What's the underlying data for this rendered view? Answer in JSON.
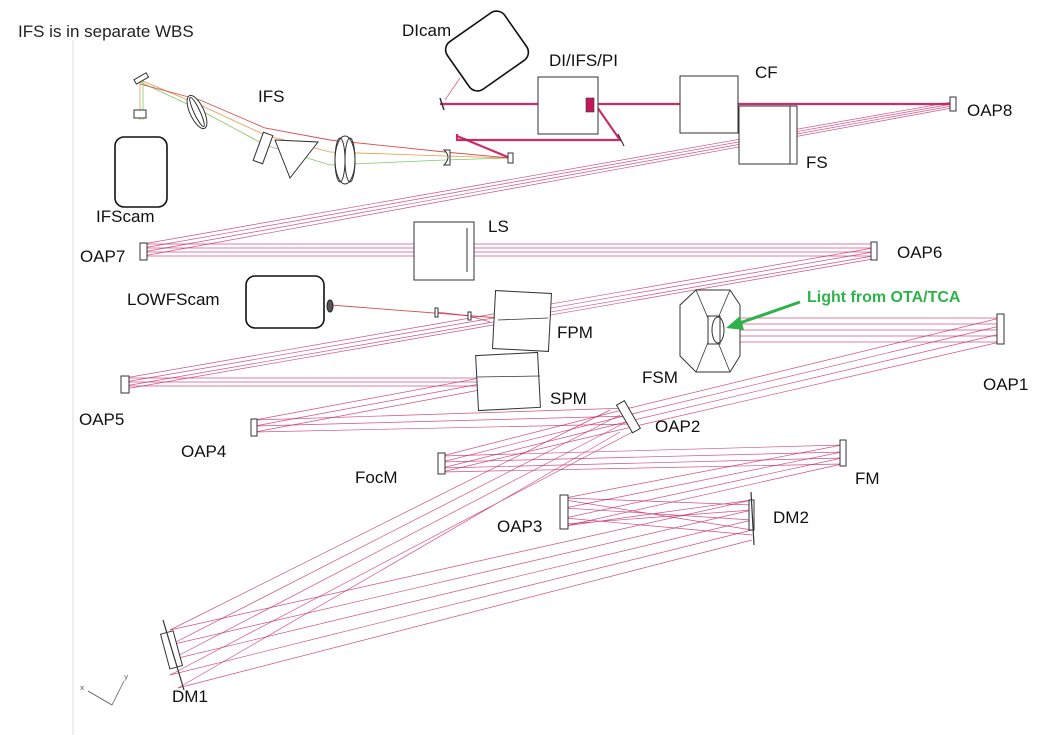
{
  "note": "IFS is in separate WBS",
  "labels": {
    "dicam": "DIcam",
    "di_ifs_pi": "DI/IFS/PI",
    "cf": "CF",
    "oap8": "OAP8",
    "ifs": "IFS",
    "fs": "FS",
    "ifscam": "IFScam",
    "ls": "LS",
    "oap7": "OAP7",
    "oap6": "OAP6",
    "lowfscam": "LOWFScam",
    "fpm": "FPM",
    "fsm": "FSM",
    "oap1": "OAP1",
    "oap5": "OAP5",
    "spm": "SPM",
    "oap4": "OAP4",
    "oap2": "OAP2",
    "focm": "FocM",
    "fm": "FM",
    "oap3": "OAP3",
    "dm2": "DM2",
    "dm1": "DM1"
  },
  "callout": {
    "text": "Light from OTA/TCA",
    "color": "#2fb24a"
  },
  "axes_triad": {
    "x": "x",
    "y": "y"
  },
  "colors": {
    "beam": "#c2185b",
    "ifs_green": "#6abf4b",
    "ifs_orange": "#e0862b",
    "callout": "#2fb24a"
  }
}
